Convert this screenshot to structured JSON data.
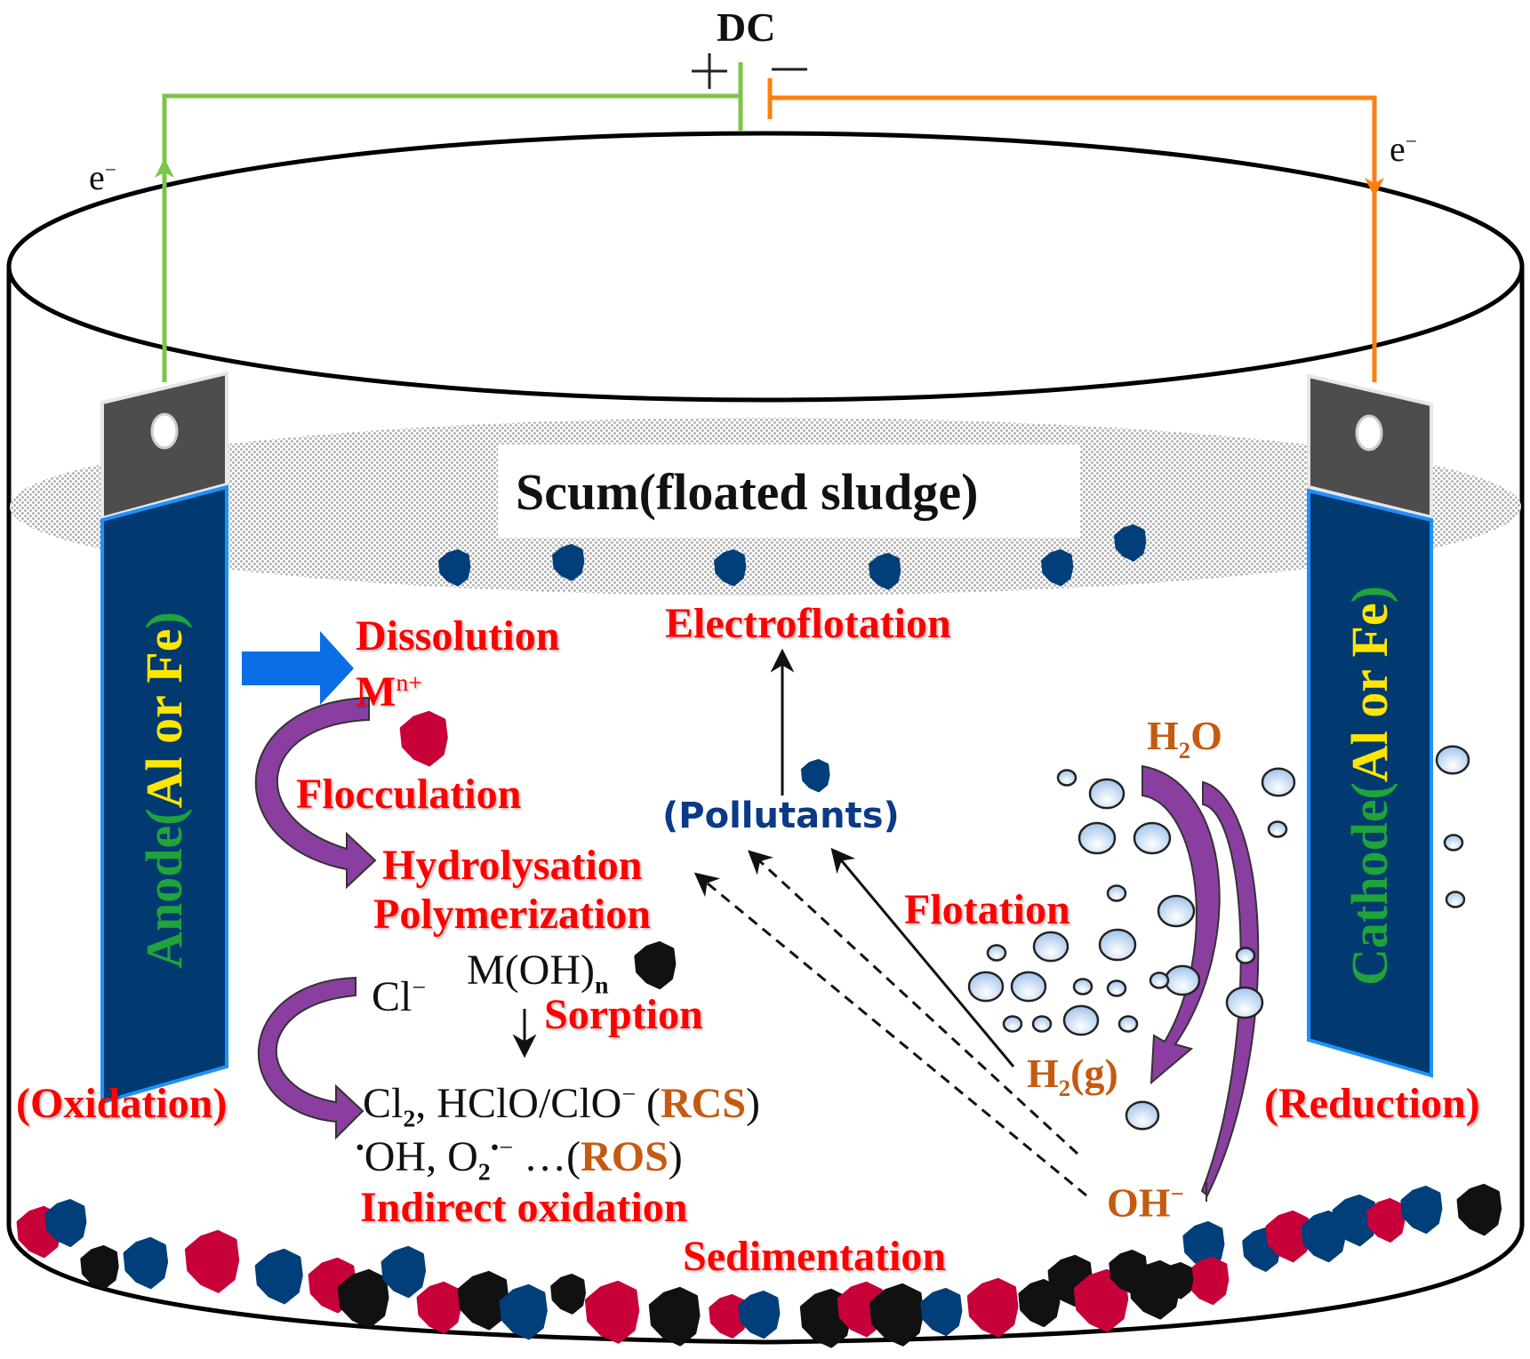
{
  "figure": {
    "title": "Electrocoagulation reactor schematic",
    "colors": {
      "wire_anode": "#7cc54a",
      "wire_cathode": "#ff7f0e",
      "electrode_body": "#003a70",
      "electrode_border": "#1e90ff",
      "electrode_cap": "#4d4d4d",
      "process_label": "#ff0000",
      "species_label": "#c55a11",
      "pollutant": "#003f7a",
      "coagulant": "#c8003a",
      "hydroxide": "#111111",
      "purple_arrow": "#8a3fa0",
      "blue_arrow": "#0a6ee6",
      "bubble": "#bcd6f2"
    }
  },
  "power": {
    "label": "DC",
    "plus": "+",
    "minus": "−",
    "electron_left": "e",
    "electron_right": "e",
    "electron_sup": "−"
  },
  "anode": {
    "word": "Anode",
    "paren_open": "(",
    "material": "Al or Fe",
    "paren_close": ")",
    "reaction": "(Oxidation)"
  },
  "cathode": {
    "word": "Cathode",
    "paren_open": "(",
    "material": "Al or Fe",
    "paren_close": ")",
    "reaction": "(Reduction)"
  },
  "scum": {
    "label": "Scum(floated sludge)"
  },
  "processes": {
    "dissolution": "Dissolution",
    "metal_ion": "M",
    "metal_ion_sup": "n+",
    "flocculation": "Flocculation",
    "hydrolysation": "Hydrolysation",
    "polymerization": "Polymerization",
    "hydroxide": "M(OH)",
    "hydroxide_sub": "n",
    "sorption": "Sorption",
    "electroflotation": "Electroflotation",
    "pollutants": "(Pollutants)",
    "flotation": "Flotation",
    "indirect_oxidation": "Indirect oxidation",
    "sedimentation": "Sedimentation"
  },
  "chlorine": {
    "chloride": "Cl",
    "chloride_sup": "−",
    "rcs_line_a": "Cl",
    "rcs_sub": "2",
    "rcs_line_b": ", HClO/ClO",
    "rcs_sup": "−",
    "rcs_open": " (",
    "rcs_tag": "RCS",
    "rcs_close": ")",
    "ros_dot": "•",
    "ros_a": "OH, O",
    "ros_sub": "2",
    "ros_sup": "•−",
    "ros_b": " …(",
    "ros_tag": "ROS",
    "ros_close": ")"
  },
  "cathode_species": {
    "water": "H",
    "water_sub": "2",
    "water_end": "O",
    "hydrogen": "H",
    "hydrogen_sub": "2",
    "hydrogen_end": "(g)",
    "hydroxide": "OH",
    "hydroxide_sup": "−"
  }
}
